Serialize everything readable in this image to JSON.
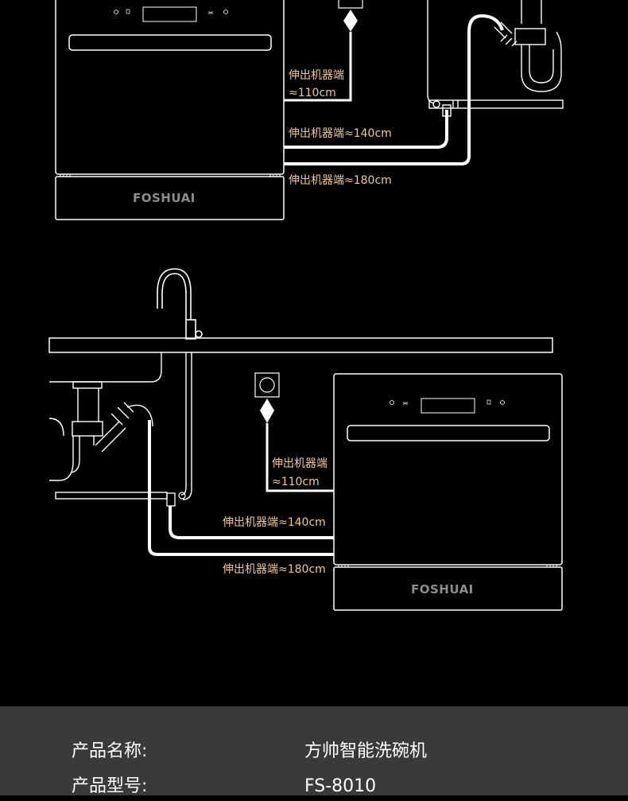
{
  "diagram_top": {
    "brand": "FOSHUAI",
    "label_110_line1": "伸出机器端",
    "label_110_line2": "≈110cm",
    "label_140": "伸出机器端≈140cm",
    "label_180": "伸出机器端≈180cm"
  },
  "diagram_bottom": {
    "brand": "FOSHUAI",
    "label_110_line1": "伸出机器端",
    "label_110_line2": "≈110cm",
    "label_140": "伸出机器端≈140cm",
    "label_180": "伸出机器端≈180cm"
  },
  "specs": [
    {
      "key": "产品名称:",
      "value": "方帅智能洗碗机"
    },
    {
      "key": "产品型号:",
      "value": "FS-8010"
    }
  ],
  "colors": {
    "background": "#000000",
    "line": "#ffffff",
    "label": "#f1c79a",
    "spec_panel": "#3a3a3a"
  }
}
